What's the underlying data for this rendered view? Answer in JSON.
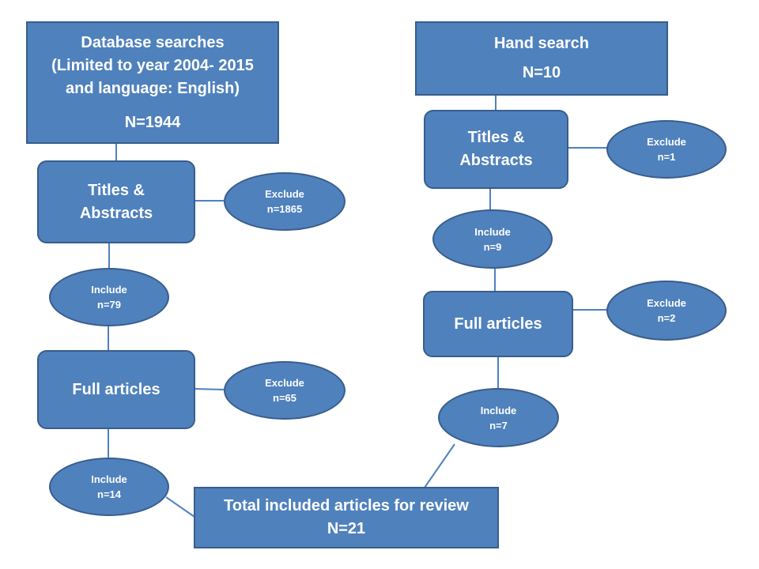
{
  "left": {
    "database": {
      "line1": "Database searches",
      "line2": "(Limited to year 2004- 2015",
      "line3": "and language: English)",
      "count": "N=1944"
    },
    "titles": {
      "line1": "Titles &",
      "line2": "Abstracts"
    },
    "exclude1": {
      "label": "Exclude",
      "count": "n=1865"
    },
    "include1": {
      "label": "Include",
      "count": "n=79"
    },
    "full": {
      "label": "Full articles"
    },
    "exclude2": {
      "label": "Exclude",
      "count": "n=65"
    },
    "include2": {
      "label": "Include",
      "count": "n=14"
    }
  },
  "right": {
    "hand": {
      "title": "Hand search",
      "count": "N=10"
    },
    "titles": {
      "line1": "Titles &",
      "line2": "Abstracts"
    },
    "exclude1": {
      "label": "Exclude",
      "count": "n=1"
    },
    "include1": {
      "label": "Include",
      "count": "n=9"
    },
    "full": {
      "label": "Full articles"
    },
    "exclude2": {
      "label": "Exclude",
      "count": "n=2"
    },
    "include2": {
      "label": "Include",
      "count": "n=7"
    }
  },
  "total": {
    "title": "Total included articles for review",
    "count": "N=21"
  },
  "colors": {
    "node_fill": "#4f81bd",
    "node_border": "#385d8a",
    "connector": "#4f81bd",
    "text": "#ffffff"
  }
}
